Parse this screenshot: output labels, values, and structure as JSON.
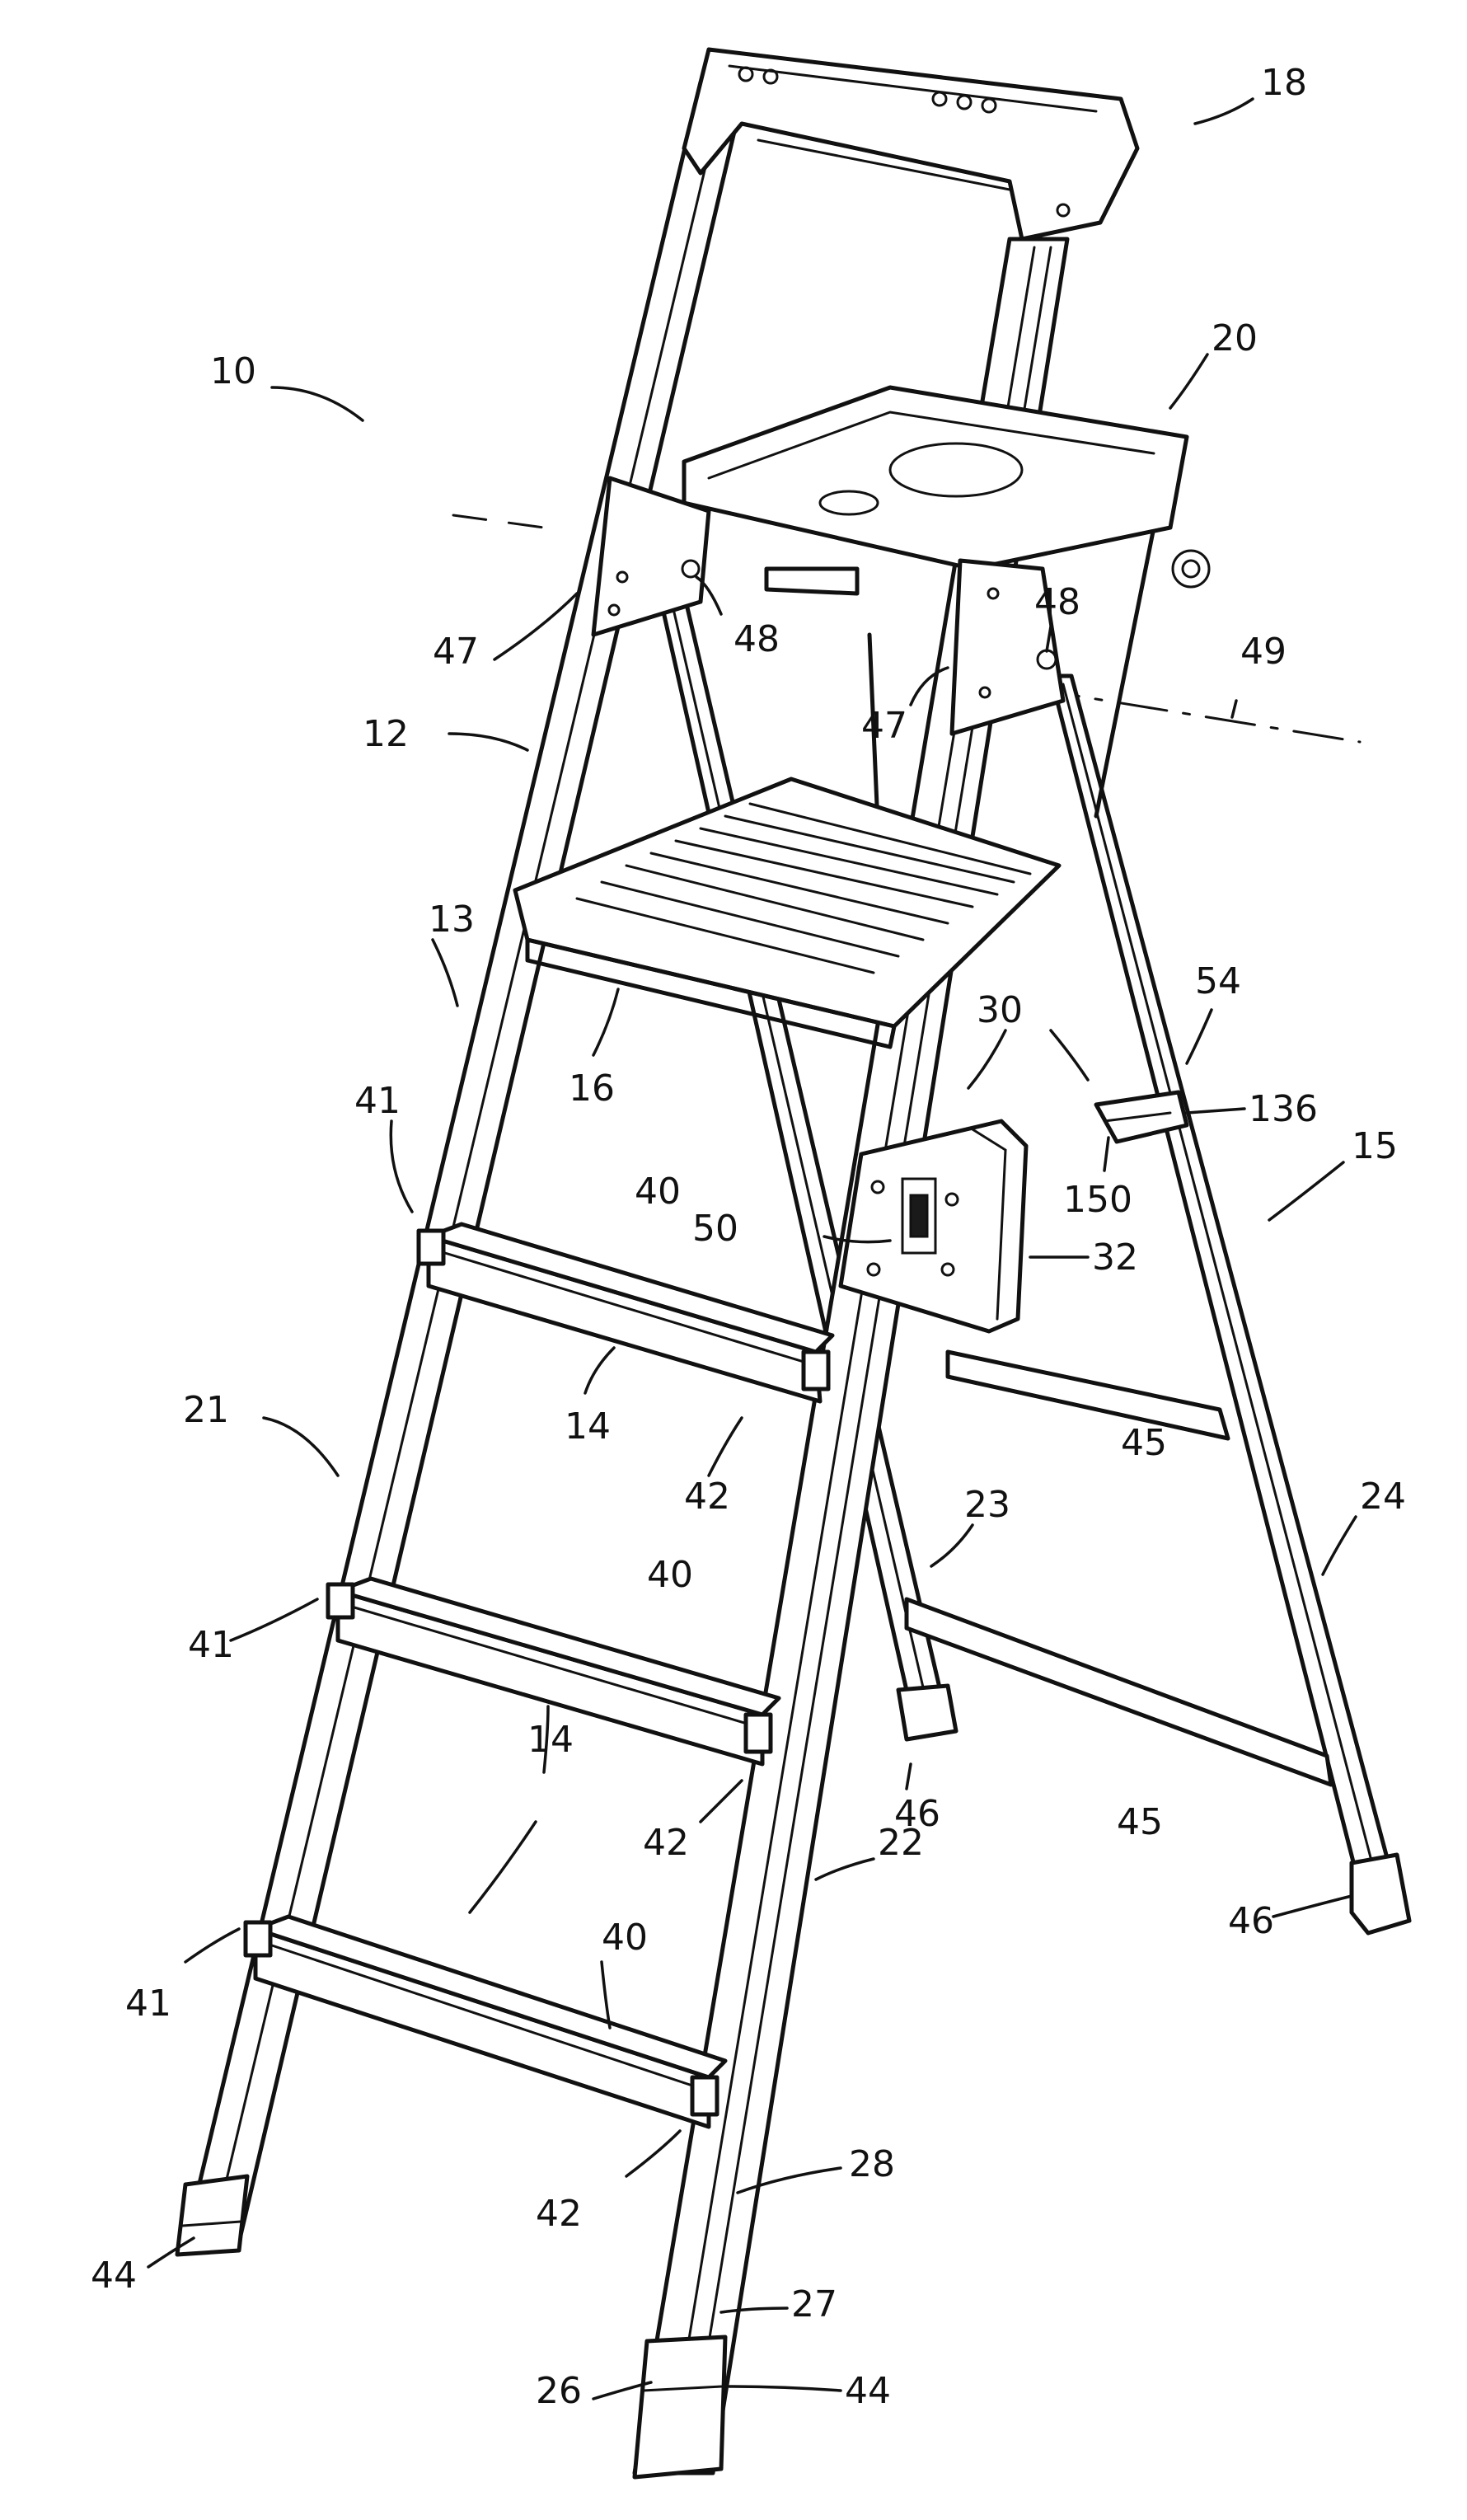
{
  "figure": {
    "labels": [
      {
        "id": "l18",
        "text": "18"
      },
      {
        "id": "l20",
        "text": "20"
      },
      {
        "id": "l10",
        "text": "10"
      },
      {
        "id": "l47a",
        "text": "47"
      },
      {
        "id": "l48a",
        "text": "48"
      },
      {
        "id": "l48b",
        "text": "48"
      },
      {
        "id": "l49",
        "text": "49"
      },
      {
        "id": "l47b",
        "text": "47"
      },
      {
        "id": "l12",
        "text": "12"
      },
      {
        "id": "l13",
        "text": "13"
      },
      {
        "id": "l16",
        "text": "16"
      },
      {
        "id": "l41a",
        "text": "41"
      },
      {
        "id": "l30",
        "text": "30"
      },
      {
        "id": "l54",
        "text": "54"
      },
      {
        "id": "l136",
        "text": "136"
      },
      {
        "id": "l15",
        "text": "15"
      },
      {
        "id": "l150",
        "text": "150"
      },
      {
        "id": "l40a",
        "text": "40"
      },
      {
        "id": "l50",
        "text": "50"
      },
      {
        "id": "l32",
        "text": "32"
      },
      {
        "id": "l14a",
        "text": "14"
      },
      {
        "id": "l21",
        "text": "21"
      },
      {
        "id": "l42a",
        "text": "42"
      },
      {
        "id": "l45a",
        "text": "45"
      },
      {
        "id": "l24",
        "text": "24"
      },
      {
        "id": "l23",
        "text": "23"
      },
      {
        "id": "l40b",
        "text": "40"
      },
      {
        "id": "l41b",
        "text": "41"
      },
      {
        "id": "l42b",
        "text": "42"
      },
      {
        "id": "l46a",
        "text": "46"
      },
      {
        "id": "l45b",
        "text": "45"
      },
      {
        "id": "l14b",
        "text": "14"
      },
      {
        "id": "l22",
        "text": "22"
      },
      {
        "id": "l40c",
        "text": "40"
      },
      {
        "id": "l41c",
        "text": "41"
      },
      {
        "id": "l46b",
        "text": "46"
      },
      {
        "id": "l42c",
        "text": "42"
      },
      {
        "id": "l28",
        "text": "28"
      },
      {
        "id": "l44a",
        "text": "44"
      },
      {
        "id": "l27",
        "text": "27"
      },
      {
        "id": "l26",
        "text": "26"
      },
      {
        "id": "l44b",
        "text": "44"
      }
    ]
  }
}
